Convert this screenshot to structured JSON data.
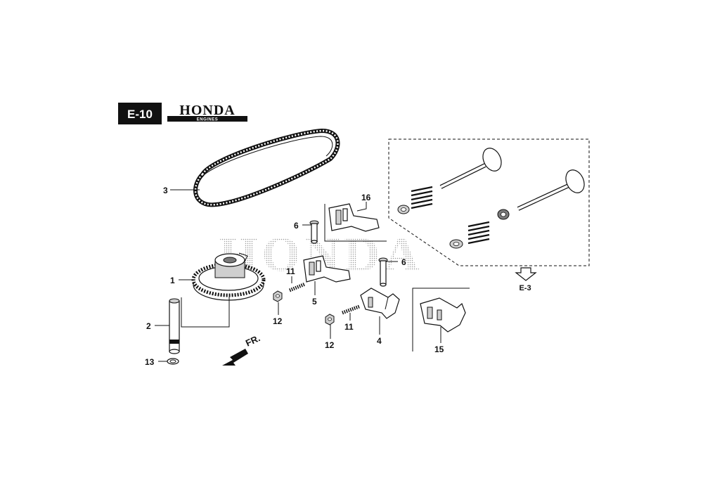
{
  "header": {
    "section_code": "E-10",
    "brand": "HONDA",
    "brand_subtitle": "ENGINES"
  },
  "watermark": "HONDA",
  "direction": {
    "label": "FR."
  },
  "reference": {
    "label": "E-3"
  },
  "callouts": [
    "1",
    "2",
    "3",
    "4",
    "5",
    "6",
    "6",
    "11",
    "11",
    "12",
    "12",
    "13",
    "15",
    "16"
  ]
}
